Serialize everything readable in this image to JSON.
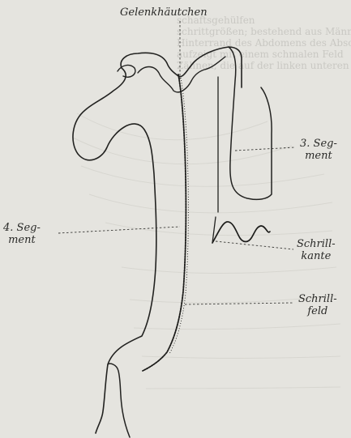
{
  "labels": {
    "gelenkhautchen": "Gelenkhäutchen",
    "segment3_line1": "3. Seg-",
    "segment3_line2": "ment",
    "segment4_line1": "4. Seg-",
    "segment4_line2": "ment",
    "schrillkante_line1": "Schrill-",
    "schrillkante_line2": "kante",
    "schrillfeld_line1": "Schrill-",
    "schrillfeld_line2": "feld"
  },
  "showthrough_text": [
    "schaftsgehülfen",
    "schrittgrößen; bestehend aus Männchen von",
    "Hinterrand des Abdomens des Abschnitts",
    "aufzeigt mit einem schmalen Feld",
    "Zähnen, die auf der linken unteren Seite"
  ],
  "colors": {
    "paper": "#e5e4df",
    "ink": "#2a2a28",
    "showthrough": "#c9c8c3"
  }
}
